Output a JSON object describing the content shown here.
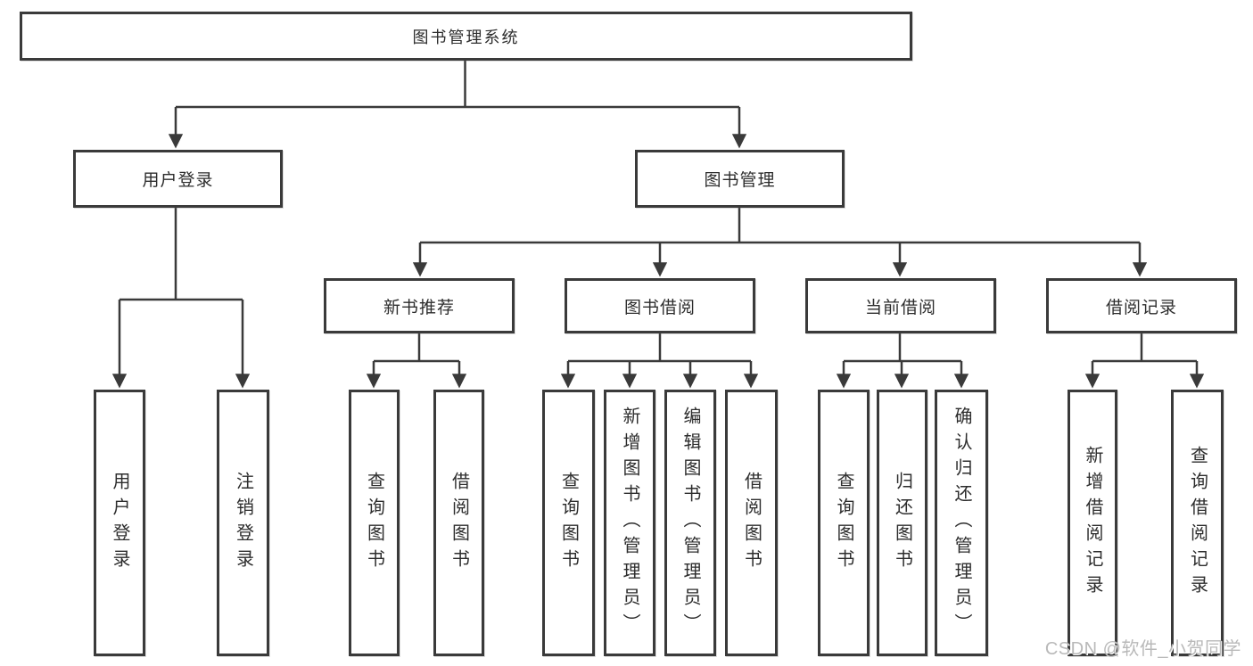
{
  "colors": {
    "line": "#3a3a3a",
    "box_border": "#3a3a3a",
    "box_fill": "#ffffff",
    "text": "#2d2d2d",
    "watermark": "#b9b9b9",
    "background": "#ffffff"
  },
  "nodes": {
    "root": {
      "label": "图书管理系统"
    },
    "level2": [
      {
        "id": "user-login",
        "label": "用户登录"
      },
      {
        "id": "book-management",
        "label": "图书管理"
      }
    ],
    "level3": [
      {
        "id": "new-book-recommend",
        "label": "新书推荐",
        "parent": "图书管理"
      },
      {
        "id": "book-borrowing",
        "label": "图书借阅",
        "parent": "图书管理"
      },
      {
        "id": "current-borrowing",
        "label": "当前借阅",
        "parent": "图书管理"
      },
      {
        "id": "borrowing-records",
        "label": "借阅记录",
        "parent": "图书管理"
      }
    ],
    "leaves": [
      {
        "id": "user-login-action",
        "label": "用户登录",
        "parent": "用户登录"
      },
      {
        "id": "logout-action",
        "label": "注销登录",
        "parent": "用户登录"
      },
      {
        "id": "query-books-recommend",
        "label": "查询图书",
        "parent": "新书推荐"
      },
      {
        "id": "borrow-books-recommend",
        "label": "借阅图书",
        "parent": "新书推荐"
      },
      {
        "id": "query-books-borrowing",
        "label": "查询图书",
        "parent": "图书借阅"
      },
      {
        "id": "add-book-admin",
        "label": "新增图书（管理员）",
        "parent": "图书借阅"
      },
      {
        "id": "edit-book-admin",
        "label": "编辑图书（管理员）",
        "parent": "图书借阅"
      },
      {
        "id": "borrow-books-borrowing",
        "label": "借阅图书",
        "parent": "图书借阅"
      },
      {
        "id": "query-books-current",
        "label": "查询图书",
        "parent": "当前借阅"
      },
      {
        "id": "return-book",
        "label": "归还图书",
        "parent": "当前借阅"
      },
      {
        "id": "confirm-return-admin",
        "label": "确认归还（管理员）",
        "parent": "当前借阅"
      },
      {
        "id": "add-borrow-record",
        "label": "新增借阅记录",
        "parent": "借阅记录"
      },
      {
        "id": "query-borrow-record",
        "label": "查询借阅记录",
        "parent": "借阅记录"
      }
    ]
  },
  "watermark": {
    "text": "CSDN @软件_小贺同学"
  }
}
